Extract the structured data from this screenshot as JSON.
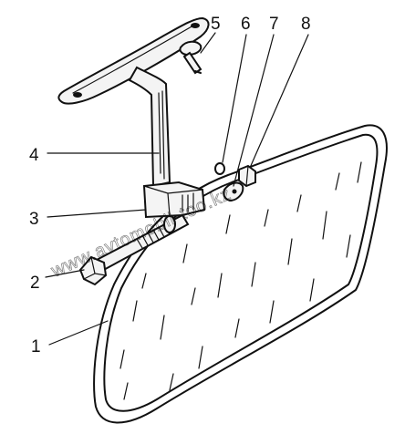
{
  "callouts": [
    {
      "id": "1",
      "label": "1"
    },
    {
      "id": "2",
      "label": "2"
    },
    {
      "id": "3",
      "label": "3"
    },
    {
      "id": "4",
      "label": "4"
    },
    {
      "id": "5",
      "label": "5"
    },
    {
      "id": "6",
      "label": "6"
    },
    {
      "id": "7",
      "label": "7"
    },
    {
      "id": "8",
      "label": "8"
    }
  ],
  "watermark": "www.avtomobil-too.kz"
}
